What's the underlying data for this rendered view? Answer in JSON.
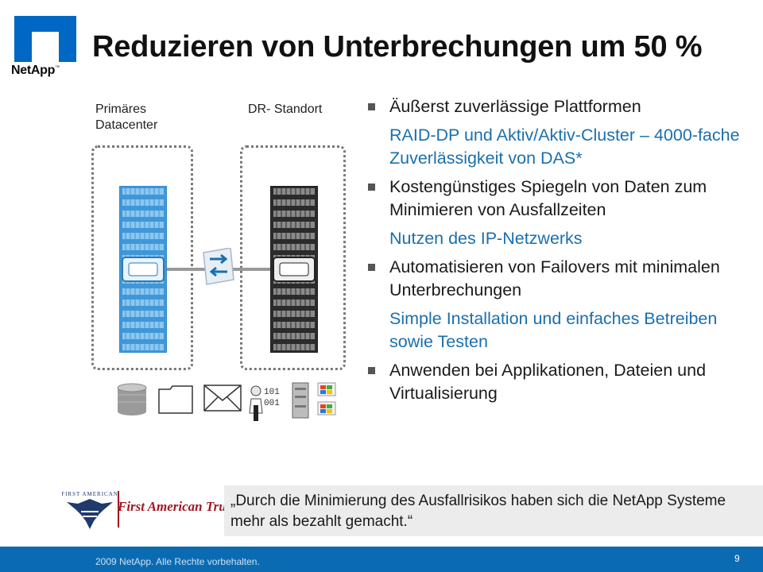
{
  "header": {
    "logo_text": "NetApp",
    "logo_mark": "™",
    "title": "Reduzieren von Unterbrechungen um 50 %"
  },
  "diagram": {
    "primary_label": "Primäres Datacenter",
    "dr_label": "DR- Standort",
    "binary_digits": [
      "101",
      "001"
    ],
    "colors": {
      "primary_storage": "#4aa0dc",
      "dr_storage": "#2a2a2a",
      "connector": "#999999"
    },
    "icons": [
      "storage-array-icon",
      "replication-switch-icon",
      "database-icon",
      "folder-icon",
      "mail-icon",
      "user-binary-icon",
      "server-windows-icon"
    ]
  },
  "bullets": [
    {
      "text": "Äußerst zuverlässige Plattformen",
      "sub": "RAID-DP und Aktiv/Aktiv-Cluster – 4000-fache Zuverlässigkeit von DAS*"
    },
    {
      "text": "Kostengünstiges Spiegeln von Daten zum Minimieren von Ausfallzeiten",
      "sub": "Nutzen des IP-Netzwerks"
    },
    {
      "text": "Automatisieren von Failovers mit minimalen Unterbrechungen",
      "sub": "Simple Installation und einfaches Betreiben sowie Testen"
    },
    {
      "text": "Anwenden bei Applikationen, Dateien und Virtualisierung",
      "sub": ""
    }
  ],
  "testimonial": {
    "logo_text": "First American Trust",
    "logo_seal_text": "FIRST AMERICAN",
    "quote": "„Durch die Minimierung des Ausfallrisikos haben sich die NetApp Systeme mehr als bezahlt gemacht.“"
  },
  "footer": {
    "copyright": "2009 NetApp. Alle Rechte vorbehalten.",
    "page": "9",
    "bar_color": "#0b6bb2"
  },
  "theme": {
    "accent_text": "#1a6fad"
  }
}
